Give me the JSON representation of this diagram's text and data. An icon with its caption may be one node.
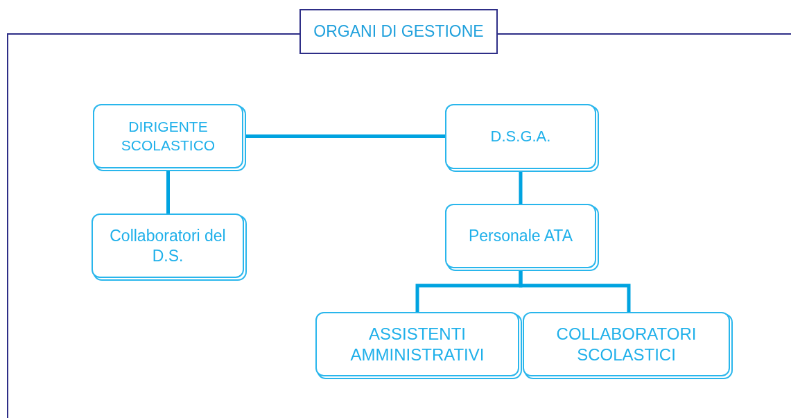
{
  "diagram": {
    "nodes": [
      {
        "text": [
          "ORGANI DI GESTIONE"
        ]
      },
      {
        "text": [
          "DIRIGENTE SCOLASTICO"
        ],
        "in": 0
      },
      {
        "text": [
          "D.S.G.A."
        ],
        "in": 0
      },
      {
        "text": [
          "Collaboratori del D.S."
        ],
        "in": 0
      },
      {
        "text": [
          "Personale ATA"
        ],
        "in": 0
      },
      {
        "text": [
          "ASSISTENTI AMMINISTRATIVI"
        ],
        "in": 0
      },
      {
        "text": [
          "COLLABORATORI SCOLASTICI"
        ],
        "in": 0
      }
    ],
    "edges": [
      {
        "from": 1,
        "to": 2,
        "arrow": "none"
      },
      {
        "from": 1,
        "to": 3,
        "arrow": "none"
      },
      {
        "from": 2,
        "to": 4,
        "arrow": "none"
      },
      {
        "from": 4,
        "to": 5,
        "arrow": "none"
      },
      {
        "from": 4,
        "to": 6,
        "arrow": "none"
      }
    ]
  }
}
